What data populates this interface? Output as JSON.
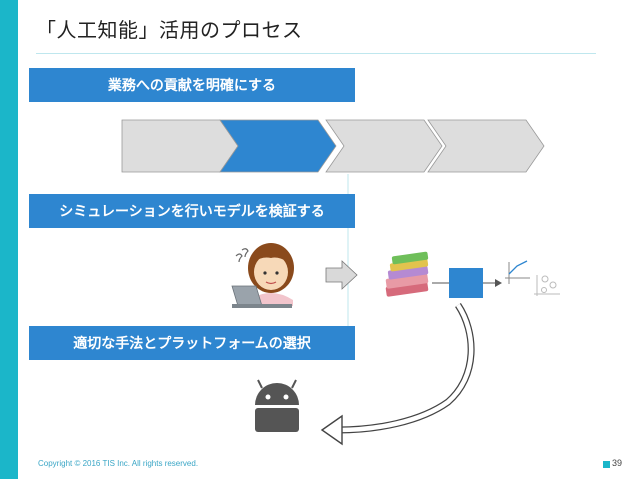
{
  "slide": {
    "title": "「人工知能」活用のプロセス",
    "step1": "業務への貢献を明確にする",
    "step2": "シミュレーションを行いモデルを検証する",
    "step3": "適切な手法とプラットフォームの選択"
  },
  "footer": {
    "copyright": "Copyright © 2016 TIS Inc. All rights reserved.",
    "page": "39"
  },
  "icons": {
    "person": "woman-with-laptop-icon",
    "arrow": "right-arrow-icon",
    "books": "books-icon",
    "model": "model-box-icon",
    "chart": "scatter-chart-icon",
    "robot": "robot-icon",
    "curve": "curved-return-arrow-icon"
  },
  "colors": {
    "accent": "#1bb6c9",
    "box": "#2e86d0",
    "active_chevron": "#2e86d0",
    "inactive_chevron": "#dddddd"
  },
  "process": {
    "active_index": 1,
    "count": 4
  }
}
